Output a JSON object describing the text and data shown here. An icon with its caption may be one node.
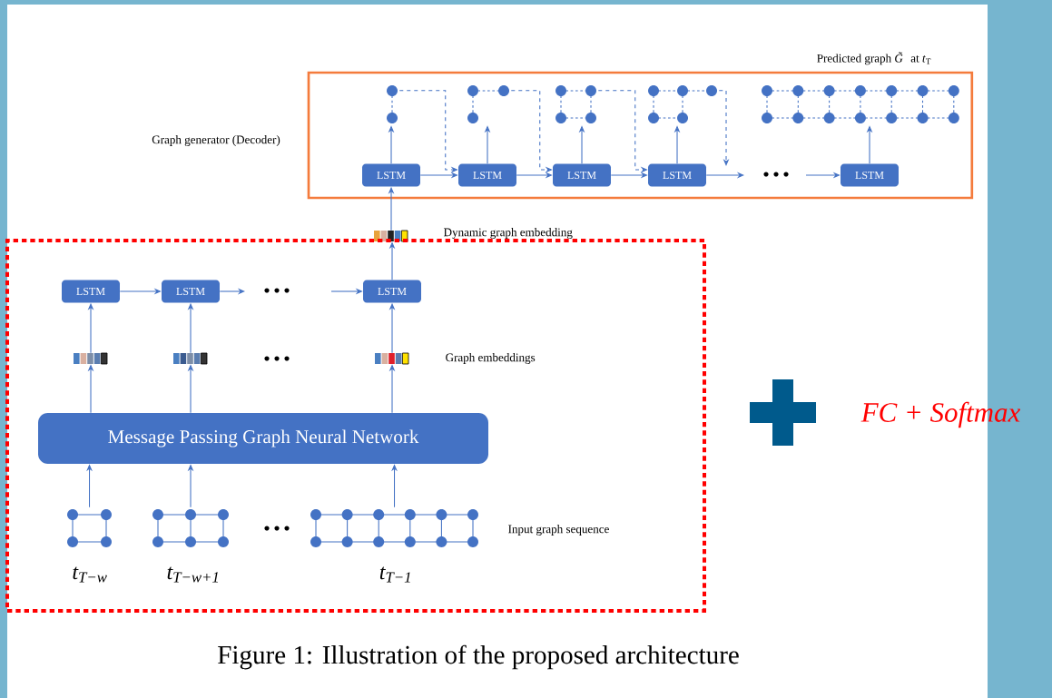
{
  "diagram": {
    "caption": "Figure 1: Illustration of the proposed architecture",
    "nodes": [
      {
        "text": [
          "Predicted graph *G̃* at *t*$_{T}$"
        ],
        "beside": [
          "Graph generator (Decoder)"
        ]
      },
      {
        "text": [
          "LSTM"
        ],
        "in": 0
      },
      {
        "text": [
          "LSTM"
        ],
        "in": 0
      },
      {
        "text": [
          "LSTM"
        ],
        "in": 0
      },
      {
        "text": [
          "LSTM"
        ],
        "in": 0
      },
      {
        "text": [
          "LSTM"
        ],
        "in": 0
      },
      {
        "text": [],
        "shape": "picture",
        "in": 0
      },
      {
        "text": [],
        "shape": "picture",
        "in": 0
      },
      {
        "text": [],
        "shape": "picture",
        "in": 0
      },
      {
        "text": [],
        "shape": "picture",
        "in": 0
      },
      {
        "text": [],
        "shape": "picture",
        "in": 0
      },
      {
        "text": [],
        "shape": "bar",
        "beside": [
          "Dynamic graph embedding"
        ]
      },
      {
        "text": [],
        "shape": "box"
      },
      {
        "text": [
          "LSTM"
        ],
        "in": 12
      },
      {
        "text": [
          "LSTM"
        ],
        "in": 12
      },
      {
        "text": [
          "LSTM"
        ],
        "in": 12
      },
      {
        "text": [],
        "shape": "bar",
        "in": 12
      },
      {
        "text": [],
        "shape": "bar",
        "in": 12
      },
      {
        "text": [],
        "shape": "bar",
        "in": 12,
        "beside": [
          "Graph embeddings"
        ]
      },
      {
        "text": [
          "Message Passing Graph Neural Network"
        ],
        "in": 12
      },
      {
        "text": [],
        "shape": "picture",
        "in": 12,
        "beside": [
          "t$_{T−w}$"
        ]
      },
      {
        "text": [],
        "shape": "picture",
        "in": 12,
        "beside": [
          "t$_{T−w+1}$"
        ]
      },
      {
        "text": [],
        "shape": "picture",
        "in": 12,
        "beside": [
          "t$_{T−1}$",
          "Input graph sequence"
        ]
      }
    ],
    "edges": [
      {
        "from": 1,
        "to": 6,
        "arrow": "to"
      },
      {
        "from": 6,
        "to": 2,
        "arrow": "to",
        "style": "dashed"
      },
      {
        "from": 1,
        "to": 2,
        "arrow": "to"
      },
      {
        "from": 2,
        "to": 7,
        "arrow": "to"
      },
      {
        "from": 7,
        "to": 3,
        "arrow": "to",
        "style": "dashed"
      },
      {
        "from": 2,
        "to": 3,
        "arrow": "to"
      },
      {
        "from": 3,
        "to": 8,
        "arrow": "to"
      },
      {
        "from": 8,
        "to": 4,
        "arrow": "to",
        "style": "dashed"
      },
      {
        "from": 3,
        "to": 4,
        "arrow": "to"
      },
      {
        "from": 4,
        "to": 9,
        "arrow": "to"
      },
      {
        "from": 9,
        "to": null,
        "arrow": "to",
        "style": "dashed"
      },
      {
        "from": 4,
        "to": null,
        "arrow": "to"
      },
      {
        "from": null,
        "to": 5,
        "arrow": "to"
      },
      {
        "from": 5,
        "to": 10,
        "arrow": "to"
      },
      {
        "from": 11,
        "to": 1,
        "arrow": "to"
      },
      {
        "from": 15,
        "to": 11,
        "arrow": "to"
      },
      {
        "from": 13,
        "to": 14,
        "arrow": "to"
      },
      {
        "from": 14,
        "to": null,
        "arrow": "to"
      },
      {
        "from": null,
        "to": 15,
        "arrow": "to"
      },
      {
        "from": 16,
        "to": 13,
        "arrow": "to"
      },
      {
        "from": 17,
        "to": 14,
        "arrow": "to"
      },
      {
        "from": 18,
        "to": 15,
        "arrow": "to"
      },
      {
        "from": 19,
        "to": 16,
        "arrow": "to"
      },
      {
        "from": 19,
        "to": 17,
        "arrow": "to"
      },
      {
        "from": 19,
        "to": 18,
        "arrow": "to"
      },
      {
        "from": 20,
        "to": 19,
        "arrow": "to"
      },
      {
        "from": 21,
        "to": 19,
        "arrow": "to"
      },
      {
        "from": 22,
        "to": 19,
        "arrow": "to"
      }
    ],
    "labels": [
      "FC + Softmax"
    ]
  }
}
